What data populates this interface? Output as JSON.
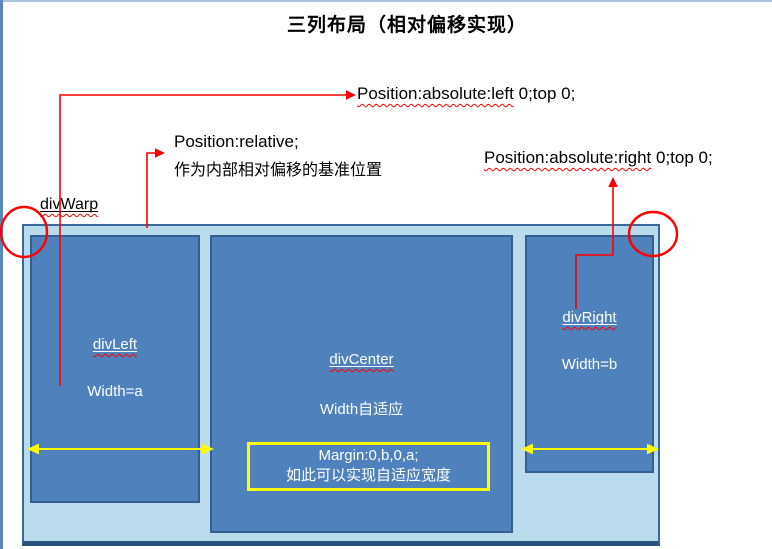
{
  "title": "三列布局（相对偏移实现）",
  "colors": {
    "red": "#FF0000",
    "yellow": "#FFFF00",
    "container_fill": "#B9DBEC",
    "container_border": "#3A689B",
    "box_fill": "#4F81BD",
    "box_border": "#365F91",
    "page_border_left": "#5B87B6",
    "page_border_top": "#A9C4DE",
    "label_text": "#FFFFFF",
    "annotation_text": "#000000"
  },
  "annotations": {
    "abs_left_wavy": "Position:absolute:left",
    "abs_left_rest": " 0;top 0;",
    "relative_line1": "Position:relative;",
    "relative_line2": "作为内部相对偏移的基准位置",
    "abs_right_wavy": "Position:absolute:right",
    "abs_right_rest": " 0;top 0;"
  },
  "container": {
    "label": "divWarp"
  },
  "boxes": {
    "left": {
      "name": "divLeft",
      "width_label": "Width=a"
    },
    "center": {
      "name": "divCenter",
      "width_label": "Width自适应",
      "margin_line1": "Margin:0,b,0,a;",
      "margin_line2": "如此可以实现自适应宽度"
    },
    "right": {
      "name": "divRight",
      "width_label": "Width=b"
    }
  }
}
